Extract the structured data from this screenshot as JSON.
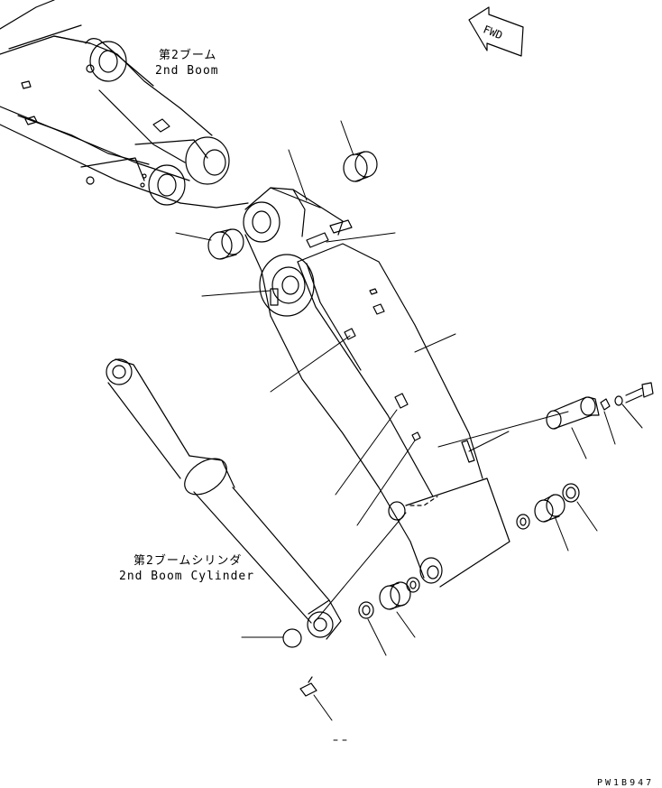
{
  "labels": {
    "boom_jp": "第2ブーム",
    "boom_en": "2nd Boom",
    "cyl_jp": "第2ブームシリンダ",
    "cyl_en": "2nd Boom Cylinder",
    "fwd": "FWD",
    "drawing_code": "PW1B947"
  }
}
